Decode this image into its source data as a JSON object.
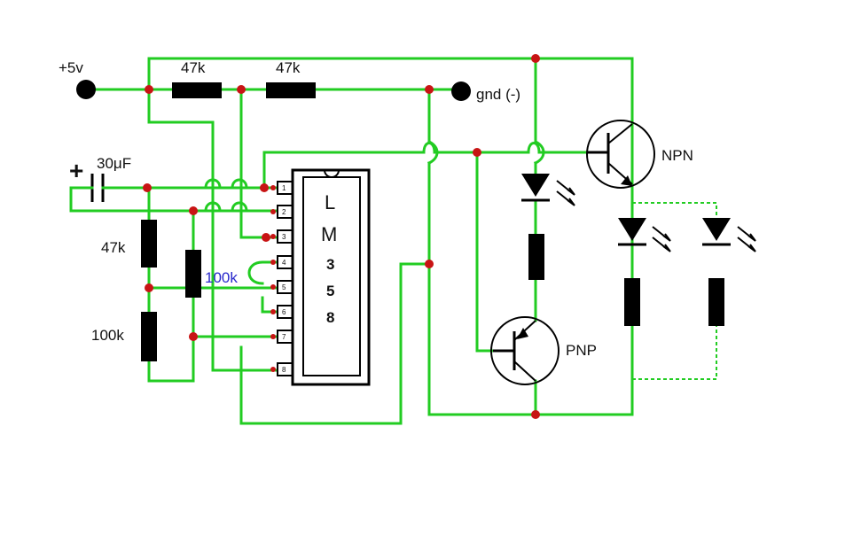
{
  "labels": {
    "vplus": "+5v",
    "gnd": "gnd (-)",
    "r_top_left": "47k",
    "r_top_right": "47k",
    "capacitor": "30μF",
    "cap_plus": "+",
    "r_left_47k": "47k",
    "r_left_100k": "100k",
    "r_mid_100k": "100k",
    "npn": "NPN",
    "pnp": "PNP"
  },
  "ic": {
    "letters": [
      "L",
      "M"
    ],
    "numbers": [
      "3",
      "5",
      "8"
    ],
    "pins": [
      "1",
      "2",
      "3",
      "4",
      "5",
      "6",
      "7",
      "8"
    ]
  },
  "colors": {
    "wire": "#22cc22",
    "node": "#c81414",
    "component": "#000000",
    "label_blue": "#2a2acc"
  }
}
